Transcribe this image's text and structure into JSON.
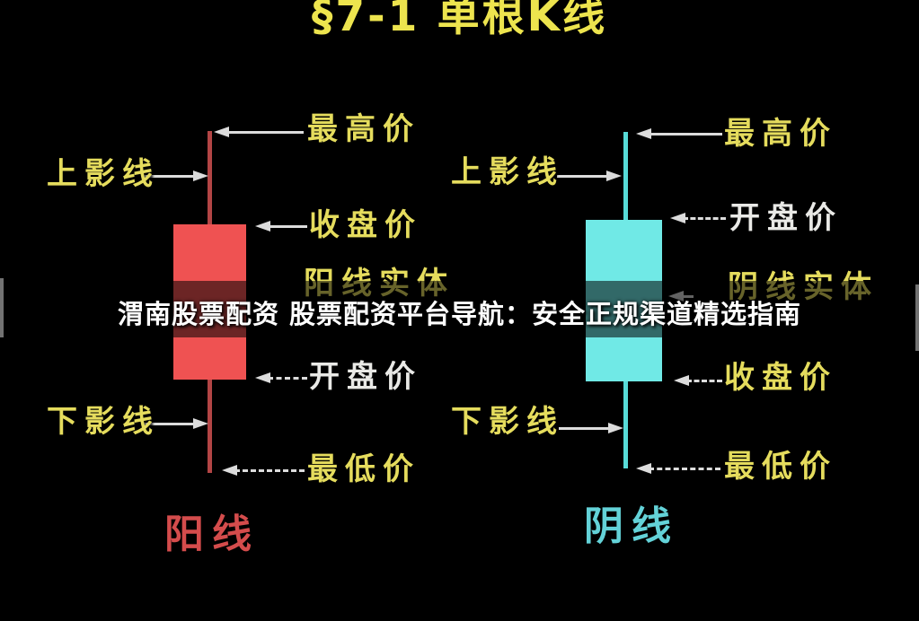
{
  "title": "§7-1 单根K线",
  "watermark": "渭南股票配资 股票配资平台导航：安全正规渠道精选指南",
  "colors": {
    "background": "#000000",
    "title_yellow": "#ede44e",
    "label_yellow": "#e5dc5d",
    "label_white": "#e9e9e6",
    "bull_body": "#ef5252",
    "bull_wick": "#b34545",
    "bear_body": "#70e9e6",
    "bear_wick": "#57dbd8",
    "bull_name_red": "#d44c4c",
    "bear_name_cyan": "#63d2d8",
    "arrow_white": "#dcdcdc",
    "watermark_white": "#ffffff"
  },
  "left_candle": {
    "type": "bullish",
    "name": "阳线",
    "body_label": "阳线实体",
    "labels": {
      "high": "最高价",
      "upper_shadow": "上影线",
      "close": "收盘价",
      "open": "开盘价",
      "lower_shadow": "下影线",
      "low": "最低价"
    }
  },
  "right_candle": {
    "type": "bearish",
    "name": "阴线",
    "body_label": "阴线实体",
    "labels": {
      "high": "最高价",
      "upper_shadow": "上影线",
      "open": "开盘价",
      "close": "收盘价",
      "lower_shadow": "下影线",
      "low": "最低价"
    }
  }
}
